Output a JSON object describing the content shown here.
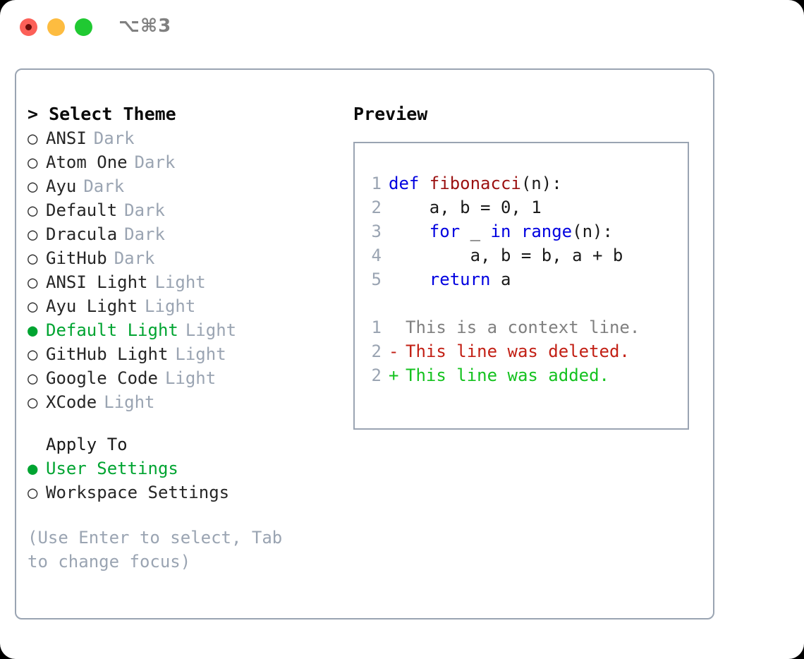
{
  "window": {
    "shortcut": "⌥⌘3",
    "traffic_lights": [
      "close-button",
      "minimize-button",
      "maximize-button"
    ]
  },
  "theme_panel": {
    "header": "> Select Theme",
    "bullet_selected": "●",
    "bullet_unselected": "○",
    "items": [
      {
        "label": "ANSI",
        "tag": "Dark",
        "selected": false
      },
      {
        "label": "Atom One",
        "tag": "Dark",
        "selected": false
      },
      {
        "label": "Ayu",
        "tag": "Dark",
        "selected": false
      },
      {
        "label": "Default",
        "tag": "Dark",
        "selected": false
      },
      {
        "label": "Dracula",
        "tag": "Dark",
        "selected": false
      },
      {
        "label": "GitHub",
        "tag": "Dark",
        "selected": false
      },
      {
        "label": "ANSI Light",
        "tag": "Light",
        "selected": false
      },
      {
        "label": "Ayu Light",
        "tag": "Light",
        "selected": false
      },
      {
        "label": "Default Light",
        "tag": "Light",
        "selected": true
      },
      {
        "label": "GitHub Light",
        "tag": "Light",
        "selected": false
      },
      {
        "label": "Google Code",
        "tag": "Light",
        "selected": false
      },
      {
        "label": "XCode",
        "tag": "Light",
        "selected": false
      }
    ]
  },
  "apply_to": {
    "heading": "Apply To",
    "items": [
      {
        "label": "User Settings",
        "selected": true
      },
      {
        "label": "Workspace Settings",
        "selected": false
      }
    ]
  },
  "hint": "(Use Enter to select, Tab to change focus)",
  "preview": {
    "header": "Preview",
    "code_lines": [
      {
        "num": "1",
        "segments": [
          {
            "text": "def ",
            "style": "kw"
          },
          {
            "text": "fibonacci",
            "style": "fn"
          },
          {
            "text": "(n):",
            "style": "def"
          }
        ]
      },
      {
        "num": "2",
        "segments": [
          {
            "text": "    a, b = 0, 1",
            "style": "def"
          }
        ]
      },
      {
        "num": "3",
        "segments": [
          {
            "text": "    ",
            "style": "def"
          },
          {
            "text": "for",
            "style": "kw"
          },
          {
            "text": " _ ",
            "style": "def"
          },
          {
            "text": "in",
            "style": "kw"
          },
          {
            "text": " ",
            "style": "def"
          },
          {
            "text": "range",
            "style": "bi"
          },
          {
            "text": "(n):",
            "style": "def"
          }
        ]
      },
      {
        "num": "4",
        "segments": [
          {
            "text": "        a, b = b, a + b",
            "style": "def"
          }
        ]
      },
      {
        "num": "5",
        "segments": [
          {
            "text": "    ",
            "style": "def"
          },
          {
            "text": "return",
            "style": "kw"
          },
          {
            "text": " a",
            "style": "def"
          }
        ]
      }
    ],
    "diff_lines": [
      {
        "num": "1",
        "mark": " ",
        "text": "This is a context line.",
        "kind": "ctx"
      },
      {
        "num": "2",
        "mark": "-",
        "text": "This line was deleted.",
        "kind": "del"
      },
      {
        "num": "2",
        "mark": "+",
        "text": "This line was added.",
        "kind": "add"
      }
    ]
  },
  "colors": {
    "accent_green": "#00a431",
    "muted": "#9aa4b2",
    "border": "#9aa4b2",
    "keyword": "#0000e0",
    "function": "#9b1111",
    "diff_add": "#14c21f",
    "diff_del": "#c21f14",
    "traffic_red": "#fc6058",
    "traffic_yellow": "#fdbc40",
    "traffic_green": "#20c932"
  }
}
